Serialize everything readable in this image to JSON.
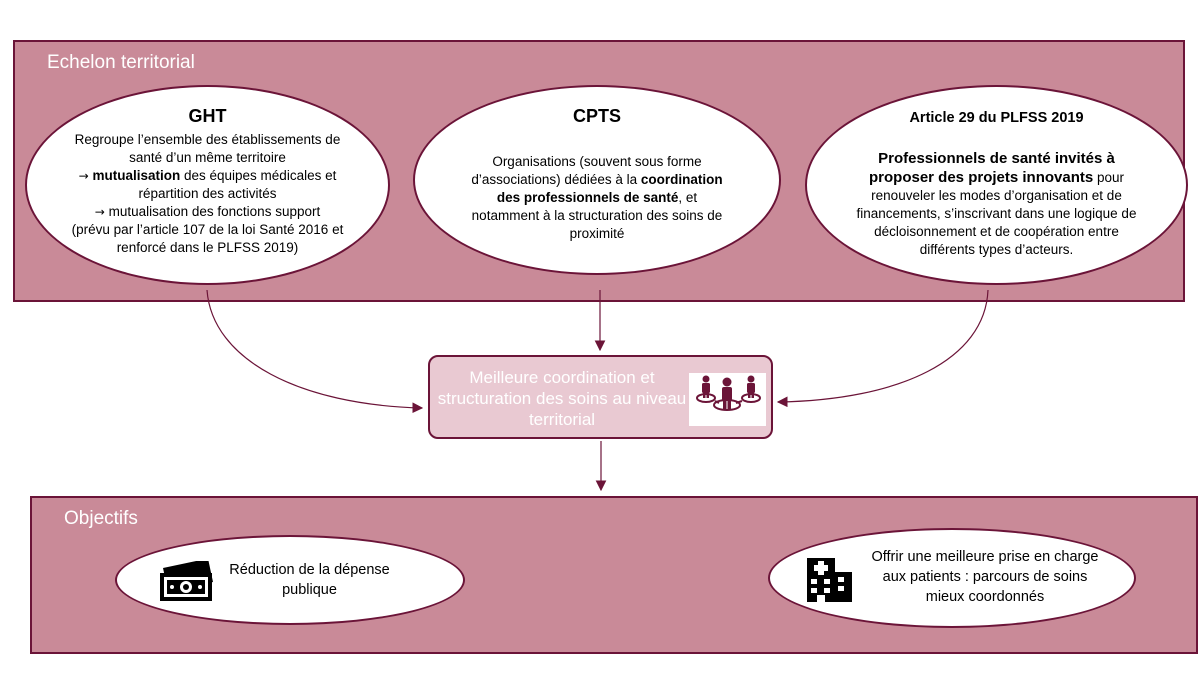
{
  "top_panel": {
    "title": "Echelon territorial"
  },
  "ght": {
    "title": "GHT",
    "line1": "Regroupe l’ensemble des établissements de santé d’un même territoire",
    "arrow": "→",
    "bold1": "mutualisation",
    "line2": " des équipes médicales et répartition des activités",
    "line3": "mutualisation des fonctions support",
    "line4": "(prévu par l’article 107 de la loi Santé 2016 et renforcé dans le PLFSS 2019)"
  },
  "cpts": {
    "title": "CPTS",
    "text1": "Organisations (souvent sous forme d’associations) dédiées à la ",
    "bold": "coordination des professionnels de santé",
    "text2": ", et notamment à la structuration des soins de proximité"
  },
  "article29": {
    "title": "Article 29 du PLFSS 2019",
    "bold": "Professionnels de santé invités à proposer des projets innovants",
    "text": " pour renouveler les modes d’organisation et de financements, s’inscrivant dans une logique de décloisonnement et de coopération entre différents types d’acteurs."
  },
  "center": {
    "text": "Meilleure coordination et structuration des soins au niveau territorial",
    "icon": "people-network-icon"
  },
  "bottom_panel": {
    "title": "Objectifs"
  },
  "objectives": [
    {
      "text": "Réduction de la dépense publique",
      "icon": "money-icon"
    },
    {
      "text": "Offrir une meilleure prise en charge aux patients : parcours de soins mieux coordonnés",
      "icon": "hospital-icon"
    }
  ],
  "colors": {
    "panel": "#c98a98",
    "border": "#6b1438",
    "center_box": "#e9c9d2"
  }
}
